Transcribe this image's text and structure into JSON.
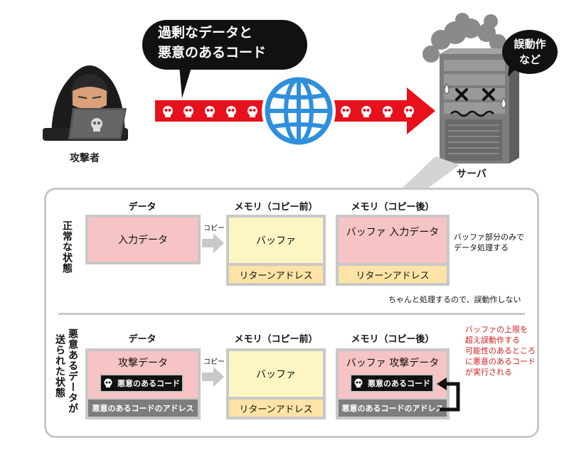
{
  "top": {
    "bubble_line1": "過剰なデータと",
    "bubble_line2": "悪意のあるコード",
    "server_bubble_line1": "誤動作",
    "server_bubble_line2": "など",
    "attacker_label": "攻撃者",
    "server_label": "サーバ",
    "skull_icon": "skull-icon",
    "globe_icon": "globe-icon"
  },
  "columns": {
    "data": "データ",
    "mem_before": "メモリ（コピー前）",
    "mem_after": "メモリ（コピー後）"
  },
  "normal": {
    "row_label": "正常な状態",
    "input_data": "入力データ",
    "copy_label": "コピー",
    "buffer": "バッファ",
    "return_address": "リターンアドレス",
    "after_buffer": "バッファ 入力データ",
    "side_note_line1": "バッファ部分のみで",
    "side_note_line2": "データ処理する",
    "bottom_note": "ちゃんと処理するので、誤動作しない"
  },
  "attack": {
    "row_label_col1": "悪意あるデータが",
    "row_label_col2": "送られた状態",
    "attack_data": "攻撃データ",
    "malicious_code": "悪意のあるコード",
    "malicious_address": "悪意のあるコードのアドレス",
    "copy_label": "コピー",
    "buffer": "バッファ",
    "return_address": "リターンアドレス",
    "after_buffer": "バッファ 攻撃データ",
    "side_note_line1": "バッファの上限を",
    "side_note_line2": "超え誤動作する",
    "side_note_line3": "可能性のあるところ",
    "side_note_line4": "に悪意のあるコード",
    "side_note_line5": "が実行される"
  },
  "colors": {
    "arrow_red": "#e8101c",
    "globe_blue": "#2f8fdc",
    "buffer_pink": "#f6c4c4",
    "buffer_yellow": "#fdf6c3",
    "return_orange": "#fde4a6",
    "note_red": "#d02020"
  }
}
